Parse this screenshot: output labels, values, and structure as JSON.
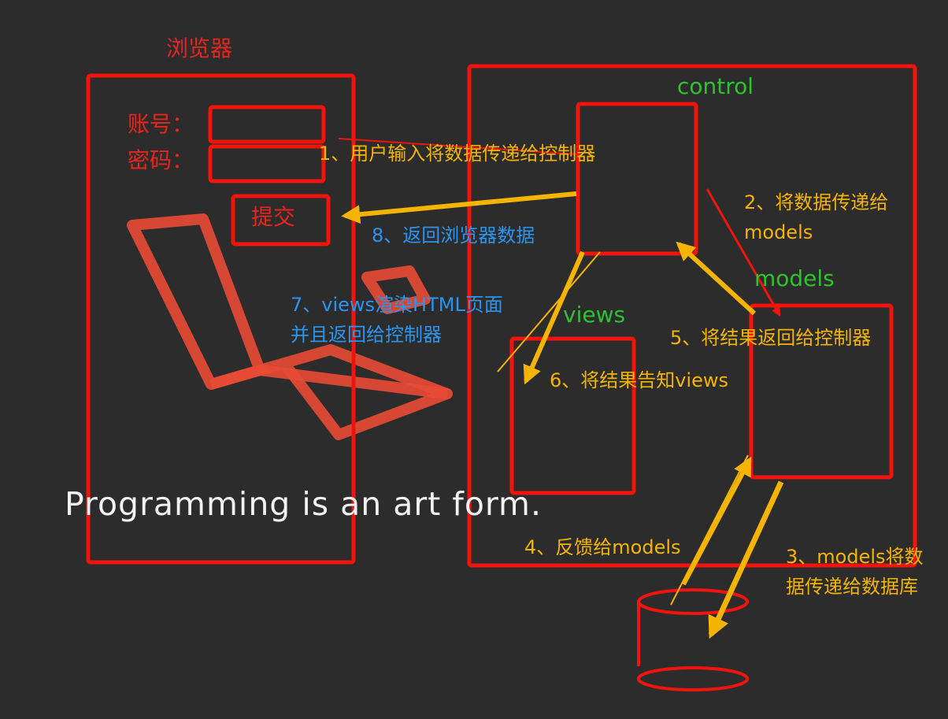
{
  "browser": {
    "title": "浏览器",
    "account_label": "账号：",
    "password_label": "密码：",
    "submit_label": "提交"
  },
  "components": {
    "control": "control",
    "models": "models",
    "views": "views"
  },
  "steps": {
    "step1": "1、用户输入将数据传递给控制器",
    "step2_line1": "2、将数据传递给",
    "step2_line2": "models",
    "step3_line1": "3、models将数",
    "step3_line2": "据传递给数据库",
    "step4": "4、反馈给models",
    "step5": "5、将结果返回给控制器",
    "step6": "6、将结果告知views",
    "step7_line1": "7、views渲染HTML页面",
    "step7_line2": "并且返回给控制器",
    "step8": "8、返回浏览器数据"
  },
  "tagline": "Programming is an art form.",
  "colors": {
    "background": "#2c2c2c",
    "box_red": "#f0140c",
    "arrow_yellow": "#f5b400",
    "label_green": "#2ec22e",
    "label_blue": "#2a95f0",
    "logo_red": "#e94b35"
  }
}
